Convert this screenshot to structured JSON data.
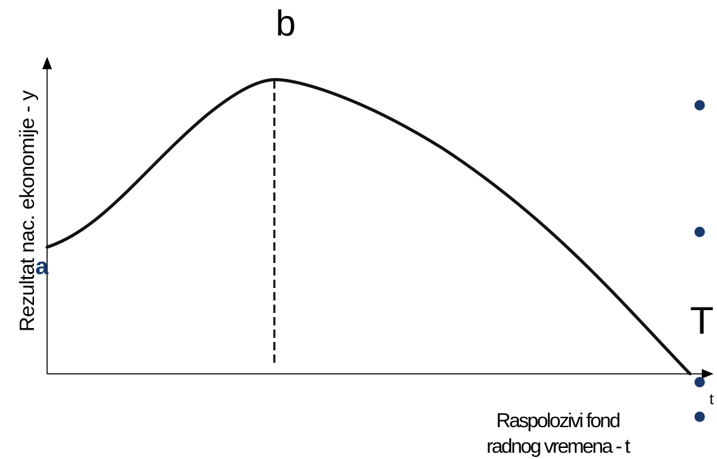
{
  "labels": {
    "peak": "b",
    "origin_point": "a",
    "right_letter": "T",
    "right_small": "t"
  },
  "axes": {
    "ylabel": "Rezultat nac. ekonomije - y",
    "xlabel_line1": "Raspolozivi fond",
    "xlabel_line2": "radnog vremena - t"
  },
  "colors": {
    "curve": "#111111",
    "axis": "#000000",
    "bullet": "#1a3a6b",
    "point_a": "#1a3a6b"
  },
  "bullets": 4
}
